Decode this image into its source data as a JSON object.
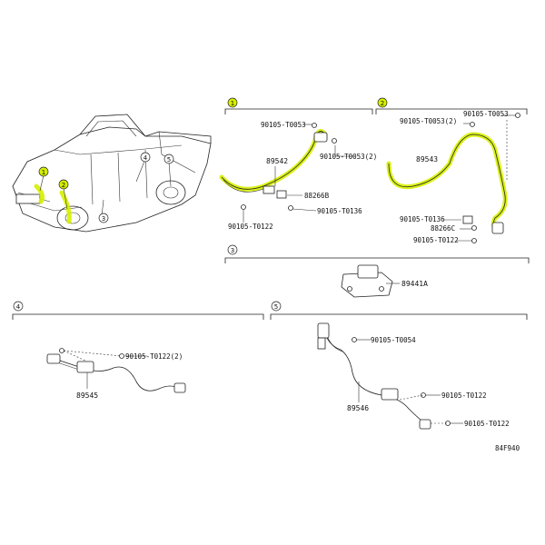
{
  "diagram_code": "84F940",
  "colors": {
    "highlight": "#d6f000",
    "line": "#222222"
  },
  "vehicle": {
    "callouts": [
      "1",
      "2",
      "3",
      "4",
      "5"
    ]
  },
  "sections": [
    {
      "id": "1",
      "part_no": "89542",
      "labels": [
        "90105-T0053",
        "90105-T0053(2)",
        "88266B",
        "90105-T0136",
        "90105-T0122"
      ]
    },
    {
      "id": "2",
      "part_no": "89543",
      "labels": [
        "90105-T0053(2)",
        "90105-T0053",
        "90105-T0136",
        "88266C",
        "90105-T0122"
      ]
    },
    {
      "id": "3",
      "part_no": "89441A",
      "labels": []
    },
    {
      "id": "4",
      "part_no": "89545",
      "labels": [
        "90105-T0122(2)"
      ]
    },
    {
      "id": "5",
      "part_no": "89546",
      "labels": [
        "90105-T0054",
        "90105-T0122",
        "90105-T0122"
      ]
    }
  ]
}
